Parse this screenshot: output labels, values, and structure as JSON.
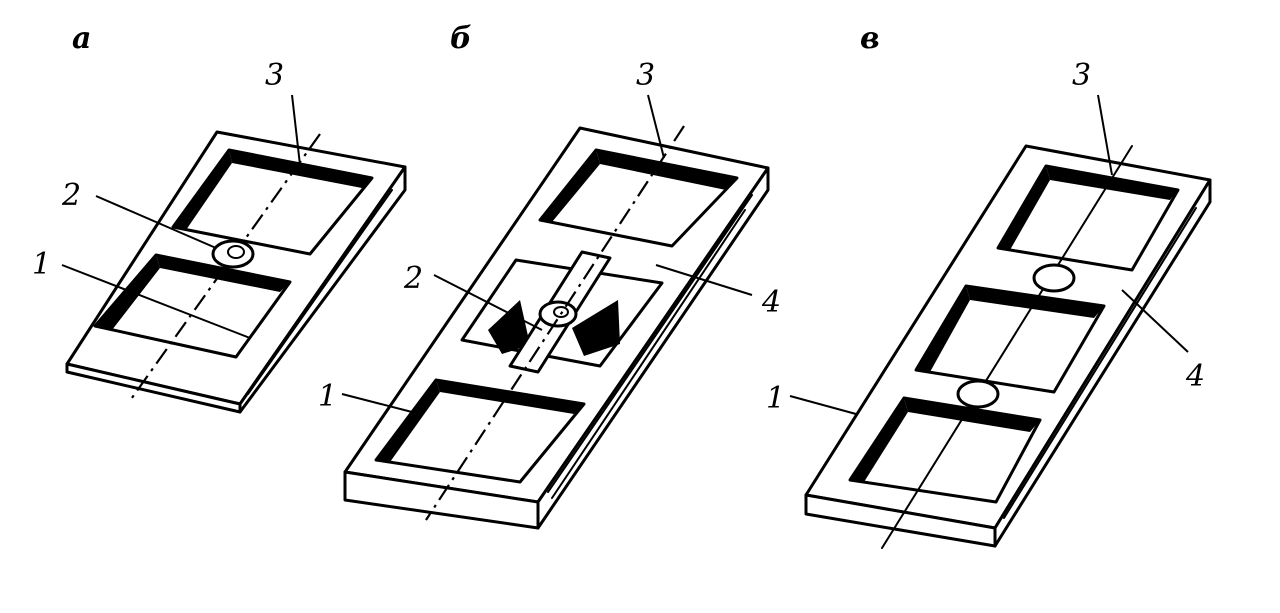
{
  "panels": [
    {
      "letter": "а",
      "callouts": [
        "1",
        "2",
        "3"
      ]
    },
    {
      "letter": "б",
      "callouts": [
        "1",
        "2",
        "3",
        "4"
      ]
    },
    {
      "letter": "в",
      "callouts": [
        "1",
        "3",
        "4"
      ]
    }
  ]
}
